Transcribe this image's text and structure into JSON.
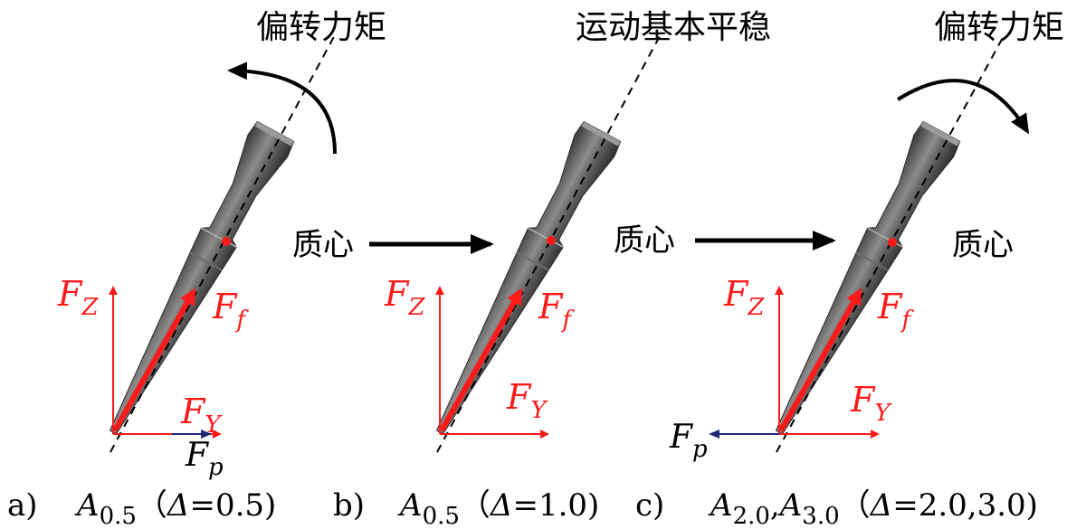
{
  "colors": {
    "force": "#ff1a1a",
    "body_dark": "#3e3e3e",
    "body_light": "#9a9a9a",
    "navy": "#1e2a78",
    "black": "#000000"
  },
  "panels": [
    {
      "top_label": "偏转力矩",
      "com_label": "质心",
      "fz": {
        "base": "F",
        "sub": "Z"
      },
      "ff": {
        "base": "F",
        "sub": "f"
      },
      "fy": {
        "base": "F",
        "sub": "Y"
      },
      "fp": {
        "base": "F",
        "sub": "p"
      },
      "caption": {
        "letter": "a)",
        "A": "A",
        "sub": "0.5",
        "delta_sym": "Δ",
        "rest": "=0.5)"
      }
    },
    {
      "top_label": "运动基本平稳",
      "com_label": "质心",
      "fz": {
        "base": "F",
        "sub": "Z"
      },
      "ff": {
        "base": "F",
        "sub": "f"
      },
      "fy": {
        "base": "F",
        "sub": "Y"
      },
      "caption": {
        "letter": "b)",
        "A": "A",
        "sub": "0.5",
        "delta_sym": "Δ",
        "rest": "=1.0)"
      }
    },
    {
      "top_label": "偏转力矩",
      "com_label": "质心",
      "fz": {
        "base": "F",
        "sub": "Z"
      },
      "ff": {
        "base": "F",
        "sub": "f"
      },
      "fy": {
        "base": "F",
        "sub": "Y"
      },
      "fp": {
        "base": "F",
        "sub": "p"
      },
      "caption": {
        "letter": "c)",
        "A": "A",
        "sub": "2.0",
        "sep": ",",
        "A2": "A",
        "sub2": "3.0",
        "delta_sym": "Δ",
        "rest": "=2.0,3.0)"
      }
    }
  ]
}
